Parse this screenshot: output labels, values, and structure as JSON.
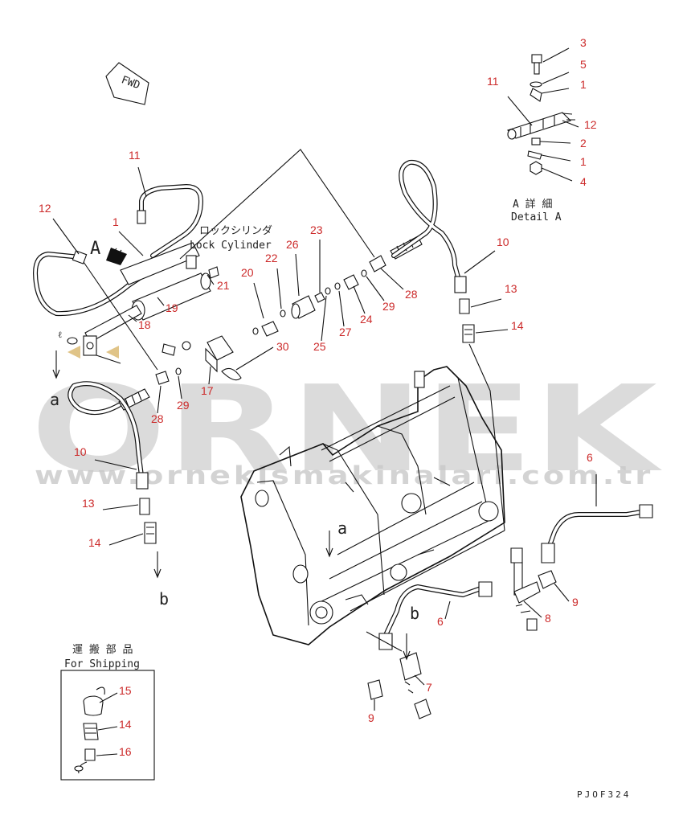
{
  "fwd_label": "FWD",
  "view_marker_A": "A",
  "flow_markers": {
    "a_upper": "a",
    "a_lower": "a",
    "b_upper": "b",
    "b_lower": "b"
  },
  "lock_cylinder": {
    "jp": "ロックシリンダ",
    "en": "Lock Cylinder"
  },
  "detail": {
    "jp": "A 詳 細",
    "en": "Detail A"
  },
  "shipping": {
    "jp": "運 搬 部 品",
    "en": "For Shipping"
  },
  "drawing_code": "PJOF324",
  "watermark": {
    "brand": "ORNEK",
    "url": "www.orneklsmakinalari.com.tr"
  },
  "callouts": {
    "d3": "3",
    "d5": "5",
    "d11": "11",
    "d1a": "1",
    "d12": "12",
    "d2": "2",
    "d1b": "1",
    "d4": "4",
    "m11": "11",
    "m12": "12",
    "m1": "1",
    "m21": "21",
    "m19": "19",
    "m18": "18",
    "m20": "20",
    "m22": "22",
    "m26": "26",
    "m23": "23",
    "m25": "25",
    "m27": "27",
    "m24": "24",
    "m29r": "29",
    "m28r": "28",
    "m30": "30",
    "m17": "17",
    "m29l": "29",
    "m28l": "28",
    "m10r": "10",
    "m13r": "13",
    "m14r": "14",
    "m10l": "10",
    "m13l": "13",
    "m14l": "14",
    "m6r": "6",
    "m9r": "9",
    "m8": "8",
    "m6b": "6",
    "m7": "7",
    "m9b": "9",
    "s15": "15",
    "s14": "14",
    "s16": "16"
  }
}
